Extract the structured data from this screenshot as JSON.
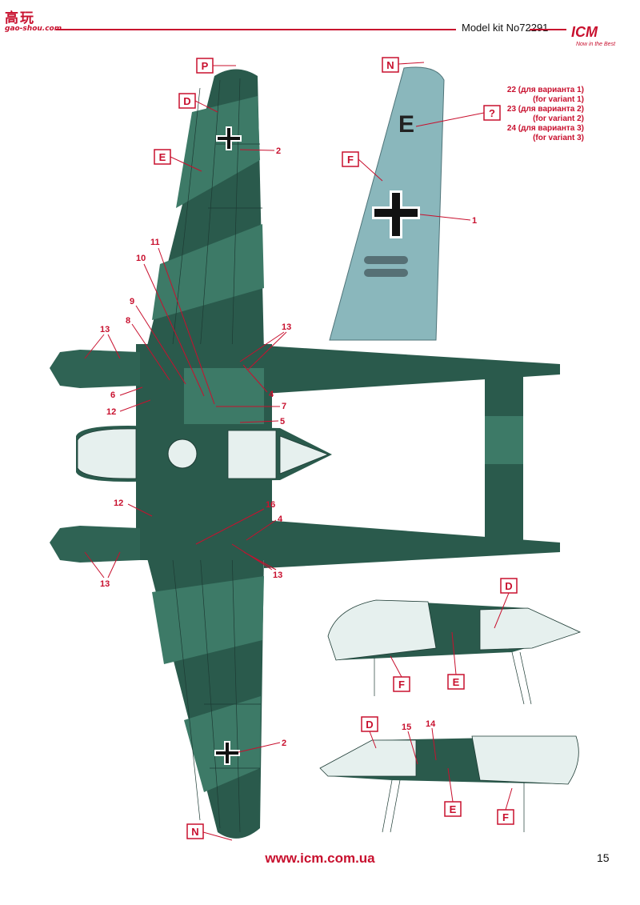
{
  "header": {
    "watermark_title": "高玩",
    "watermark_url": "gao-shou.com",
    "kit_label": "Model kit No72291",
    "brand": "ICM",
    "brand_tagline": "Now in the Best"
  },
  "colors": {
    "accent": "#c8102e",
    "camo_dark": "#2a5a4c",
    "camo_light": "#3d7a67",
    "underside": "#8ab7bc",
    "glass": "#e6f0ee"
  },
  "paint_codes": [
    "P",
    "D",
    "E",
    "N",
    "F",
    "?"
  ],
  "callouts": [
    "1",
    "2",
    "4",
    "5",
    "6",
    "7",
    "8",
    "9",
    "10",
    "11",
    "12",
    "13",
    "14",
    "15",
    "16"
  ],
  "variant_notes": [
    {
      "ru": "22 (для варианта 1)",
      "en": "(for variant 1)"
    },
    {
      "ru": "23 (для варианта 2)",
      "en": "(for variant 2)"
    },
    {
      "ru": "24 (для варианта 3)",
      "en": "(for variant 3)"
    }
  ],
  "tail_code": "E",
  "footer": {
    "url": "www.icm.com.ua",
    "page_number": "15"
  }
}
